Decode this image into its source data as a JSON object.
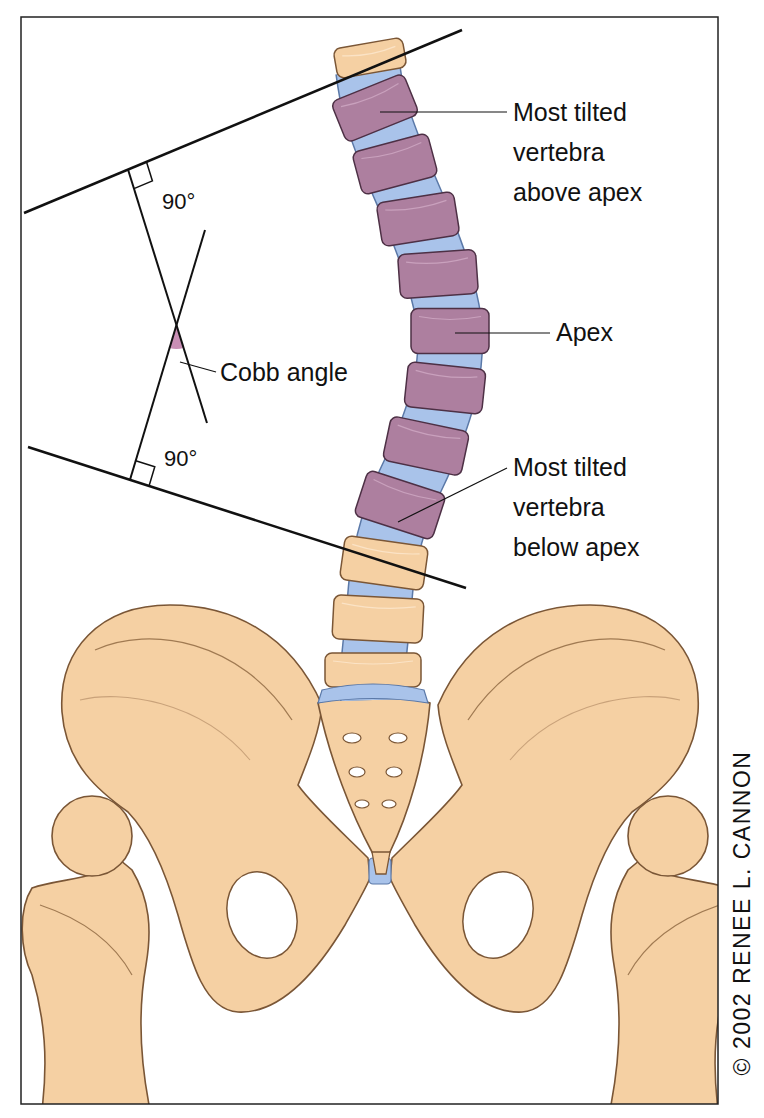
{
  "diagram": {
    "labels": [
      "Most tilted vertebra above apex",
      "90°",
      "Cobb angle",
      "Apex",
      "90°",
      "Most tilted vertebra below apex",
      "© 2002 RENEE L. CANNON"
    ]
  }
}
